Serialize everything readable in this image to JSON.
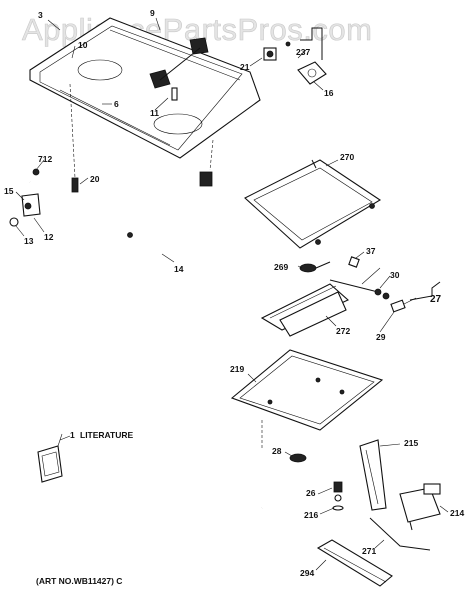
{
  "watermark": "AppliancePartsPros.com",
  "art_number": "(ART NO.WB11427) C",
  "literature_label": "LITERATURE",
  "callouts": {
    "c3": "3",
    "c9": "9",
    "c10": "10",
    "c6": "6",
    "c11": "11",
    "c16": "16",
    "c21": "21",
    "c237": "237",
    "c712": "712",
    "c20": "20",
    "c15": "15",
    "c12": "12",
    "c13": "13",
    "c14": "14",
    "c270": "270",
    "c37": "37",
    "c269": "269",
    "c30": "30",
    "c27": "27",
    "c272": "272",
    "c29": "29",
    "c219": "219",
    "c1": "1",
    "c215": "215",
    "c28": "28",
    "c26": "26",
    "c216": "216",
    "c214": "214",
    "c271": "271",
    "c294": "294"
  }
}
